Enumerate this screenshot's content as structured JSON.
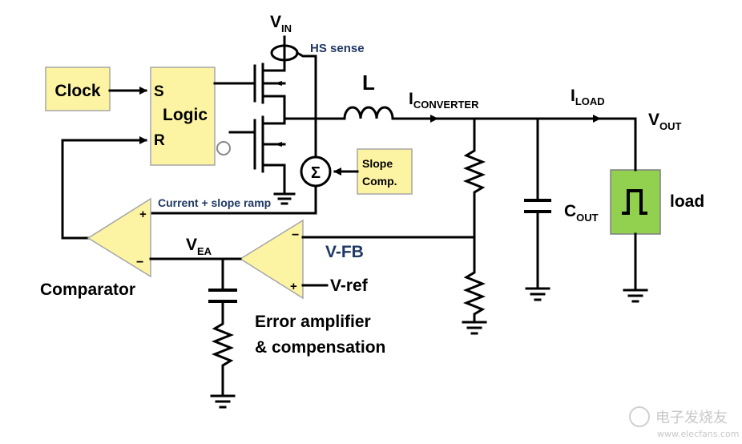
{
  "blocks": {
    "clock": "Clock",
    "logic": "Logic",
    "set_pin": "S",
    "reset_pin": "R",
    "slope_comp_line1": "Slope",
    "slope_comp_line2": "Comp.",
    "summer_symbol": "Σ",
    "load": "load"
  },
  "signals": {
    "vin_main": "V",
    "vin_sub": "IN",
    "hs_sense": "HS sense",
    "inductor": "L",
    "iconv_main": "I",
    "iconv_sub": "CONVERTER",
    "iload_main": "I",
    "iload_sub": "LOAD",
    "vout_main": "V",
    "vout_sub": "OUT",
    "cout_main": "C",
    "cout_sub": "OUT",
    "current_slope_ramp": "Current + slope ramp",
    "vea_main": "V",
    "vea_sub": "EA",
    "vfb": "V-FB",
    "vref": "V-ref",
    "plus": "+",
    "minus": "−"
  },
  "captions": {
    "comparator": "Comparator",
    "error_amp_line1": "Error amplifier",
    "error_amp_line2": "& compensation"
  },
  "watermark": {
    "text": "电子发烧友",
    "url": "www.elecfans.com"
  },
  "colors": {
    "block_fill": "#fdf4a3",
    "load_fill": "#92d050",
    "label_blue": "#1f3864"
  }
}
